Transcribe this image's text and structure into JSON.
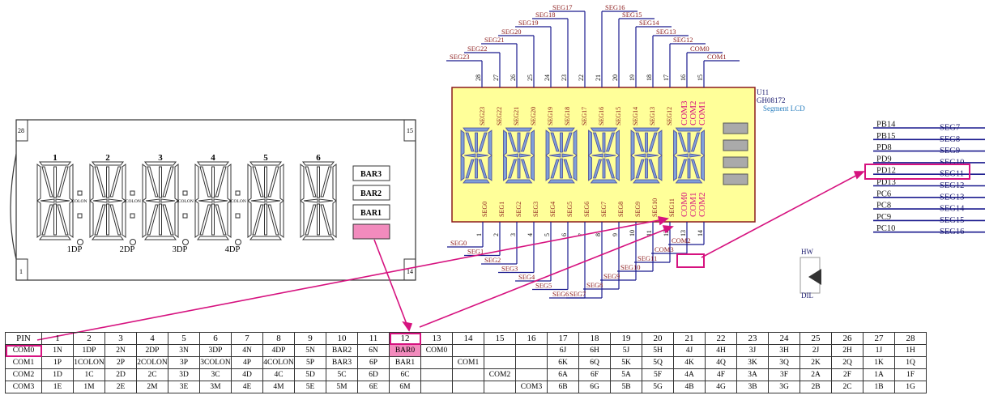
{
  "lcd_panel": {
    "pin_left_top": "28",
    "pin_right_top": "15",
    "pin_left_bottom": "1",
    "pin_right_bottom": "14",
    "digits": [
      "1",
      "2",
      "3",
      "4",
      "5",
      "6"
    ],
    "colons": [
      "COLON",
      "2COLON",
      "3COLON",
      "4COLON"
    ],
    "dps": [
      "1DP",
      "2DP",
      "3DP",
      "4DP"
    ],
    "bars": [
      "BAR3",
      "BAR2",
      "BAR1",
      "BAR0"
    ]
  },
  "schematic": {
    "ref": "U11",
    "part": "GH08172",
    "desc": "Segment LCD",
    "top_pin_numbers": [
      "28",
      "27",
      "26",
      "25",
      "24",
      "23",
      "22",
      "21",
      "20",
      "19",
      "18",
      "17",
      "16",
      "15"
    ],
    "top_inner_labels": [
      "SEG23",
      "SEG22",
      "SEG21",
      "SEG20",
      "SEG19",
      "SEG18",
      "SEG17",
      "SEG16",
      "SEG15",
      "SEG14",
      "SEG13",
      "SEG12",
      "COM3",
      "COM2",
      "COM1"
    ],
    "bottom_pin_numbers": [
      "1",
      "2",
      "3",
      "4",
      "5",
      "6",
      "7",
      "8",
      "9",
      "10",
      "11",
      "12",
      "13",
      "14"
    ],
    "bottom_inner_labels": [
      "SEG0",
      "SEG1",
      "SEG2",
      "SEG3",
      "SEG4",
      "SEG5",
      "SEG6",
      "SEG7",
      "SEG8",
      "SEG9",
      "SEG10",
      "SEG11",
      "COM0",
      "COM1",
      "COM2"
    ],
    "top_net_left": [
      "SEG17",
      "SEG18",
      "SEG19",
      "SEG20",
      "SEG21",
      "SEG22",
      "SEG23"
    ],
    "top_net_right": [
      "SEG16",
      "SEG15",
      "SEG14",
      "SEG13",
      "SEG12",
      "COM0",
      "COM1"
    ],
    "bottom_net_left": [
      "SEG0",
      "SEG1",
      "SEG2",
      "SEG3",
      "SEG4",
      "SEG5",
      "SEG6"
    ],
    "bottom_net_right": [
      "SEG7",
      "SEG8",
      "SEG9",
      "SEG10",
      "SEG11",
      "COM3",
      "COM2"
    ],
    "hw_label": "HW",
    "dil_label": "DIL"
  },
  "mcu_map": {
    "rows": [
      {
        "pin": "PB14",
        "seg": "SEG7"
      },
      {
        "pin": "PB15",
        "seg": "SEG8"
      },
      {
        "pin": "PD8",
        "seg": "SEG9"
      },
      {
        "pin": "PD9",
        "seg": "SEG10"
      },
      {
        "pin": "PD12",
        "seg": "SEG11"
      },
      {
        "pin": "PD13",
        "seg": "SEG12"
      },
      {
        "pin": "PC6",
        "seg": "SEG13"
      },
      {
        "pin": "PC8",
        "seg": "SEG14"
      },
      {
        "pin": "PC9",
        "seg": "SEG15"
      },
      {
        "pin": "PC10",
        "seg": "SEG16"
      }
    ]
  },
  "pin_table": {
    "header": [
      "PIN",
      "1",
      "2",
      "3",
      "4",
      "5",
      "6",
      "7",
      "8",
      "9",
      "10",
      "11",
      "12",
      "13",
      "14",
      "15",
      "16",
      "17",
      "18",
      "19",
      "20",
      "21",
      "22",
      "23",
      "24",
      "25",
      "26",
      "27",
      "28"
    ],
    "rows": [
      [
        "COM0",
        "1N",
        "1DP",
        "2N",
        "2DP",
        "3N",
        "3DP",
        "4N",
        "4DP",
        "5N",
        "BAR2",
        "6N",
        "BAR0",
        "COM0",
        "",
        "",
        "",
        "6J",
        "6H",
        "5J",
        "5H",
        "4J",
        "4H",
        "3J",
        "3H",
        "2J",
        "2H",
        "1J",
        "1H"
      ],
      [
        "COM1",
        "1P",
        "1COLON",
        "2P",
        "2COLON",
        "3P",
        "3COLON",
        "4P",
        "4COLON",
        "5P",
        "BAR3",
        "6P",
        "BAR1",
        "",
        "COM1",
        "",
        "",
        "6K",
        "6Q",
        "5K",
        "5Q",
        "4K",
        "4Q",
        "3K",
        "3Q",
        "2K",
        "2Q",
        "1K",
        "1Q"
      ],
      [
        "COM2",
        "1D",
        "1C",
        "2D",
        "2C",
        "3D",
        "3C",
        "4D",
        "4C",
        "5D",
        "5C",
        "6D",
        "6C",
        "",
        "",
        "COM2",
        "",
        "6A",
        "6F",
        "5A",
        "5F",
        "4A",
        "4F",
        "3A",
        "3F",
        "2A",
        "2F",
        "1A",
        "1F"
      ],
      [
        "COM3",
        "1E",
        "1M",
        "2E",
        "2M",
        "3E",
        "3M",
        "4E",
        "4M",
        "5E",
        "5M",
        "6E",
        "6M",
        "",
        "",
        "",
        "COM3",
        "6B",
        "6G",
        "5B",
        "5G",
        "4B",
        "4G",
        "3B",
        "3G",
        "2B",
        "2C",
        "1B",
        "1G"
      ]
    ]
  },
  "colors": {
    "highlight": "#f28bbd",
    "annotation": "#d6127f",
    "lcd_fill": "#ffff99",
    "net_blue": "#1a1a8e",
    "label_maroon": "#8b1a1a"
  }
}
